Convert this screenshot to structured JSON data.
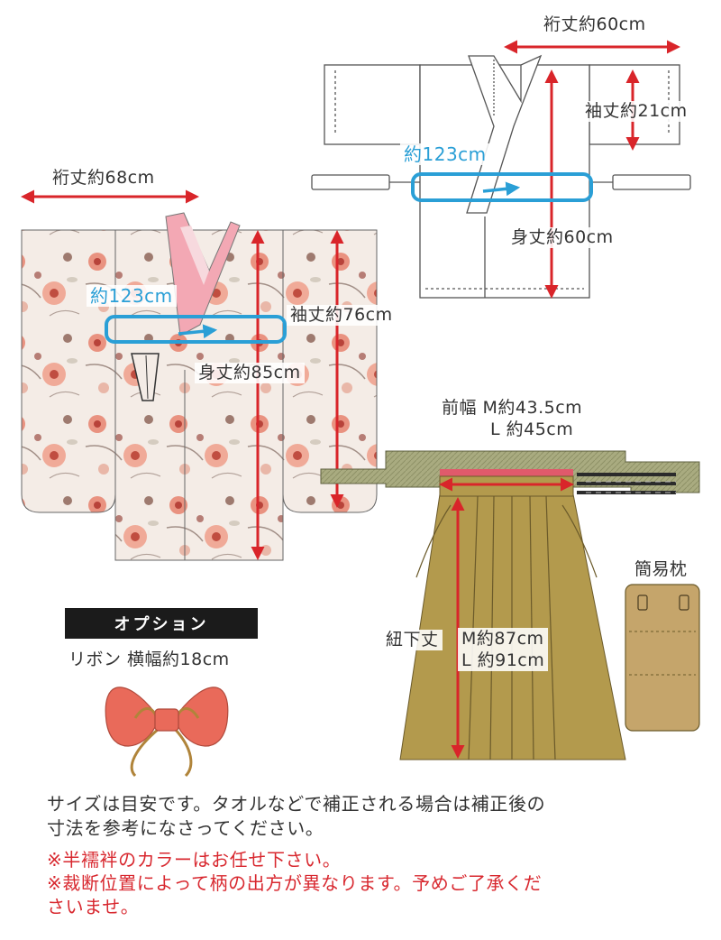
{
  "colors": {
    "arrow_red": "#d9252a",
    "arrow_blue": "#2a9fd6",
    "hakama": "#b39a4d",
    "hakama_band": "#a8ab7e",
    "waist_stripe": "#e05a6b",
    "pillow": "#c5a56b",
    "ribbon": "#e96a5a",
    "ribbon_cord": "#b0843a",
    "kimono_base": "#f4ece6",
    "collar": "#f3a8b4"
  },
  "icons": [
    "arrow-red",
    "arrow-blue",
    "ribbon-bow-icon",
    "hakama-illustration",
    "kimono-illustration",
    "haori-outline-illustration",
    "pillow-illustration"
  ],
  "labels": {
    "outline_yuki": "裄丈約60cm",
    "outline_sleeve": "袖丈約21cm",
    "outline_circ": "約123cm",
    "outline_body": "身丈約60cm",
    "kimono_yuki": "裄丈約68cm",
    "kimono_circ": "約123cm",
    "kimono_sleeve": "袖丈約76cm",
    "kimono_body": "身丈約85cm",
    "hakama_front_width_m": "前幅 M約43.5cm",
    "hakama_front_width_l": "L 約45cm",
    "hakama_length_prefix": "紐下丈",
    "hakama_length_m": "M約87cm",
    "hakama_length_l": "L 約91cm",
    "pillow": "簡易枕",
    "option": "オプション",
    "ribbon": "リボン 横幅約18cm"
  },
  "notes": {
    "line1": "サイズは目安です。タオルなどで補正される場合は補正後の",
    "line2": "寸法を参考になさってください。",
    "warn1": "※半襦袢のカラーはお任せ下さい。",
    "warn2": "※裁断位置によって柄の出方が異なります。予めご了承くだ",
    "warn3": "さいませ。"
  }
}
